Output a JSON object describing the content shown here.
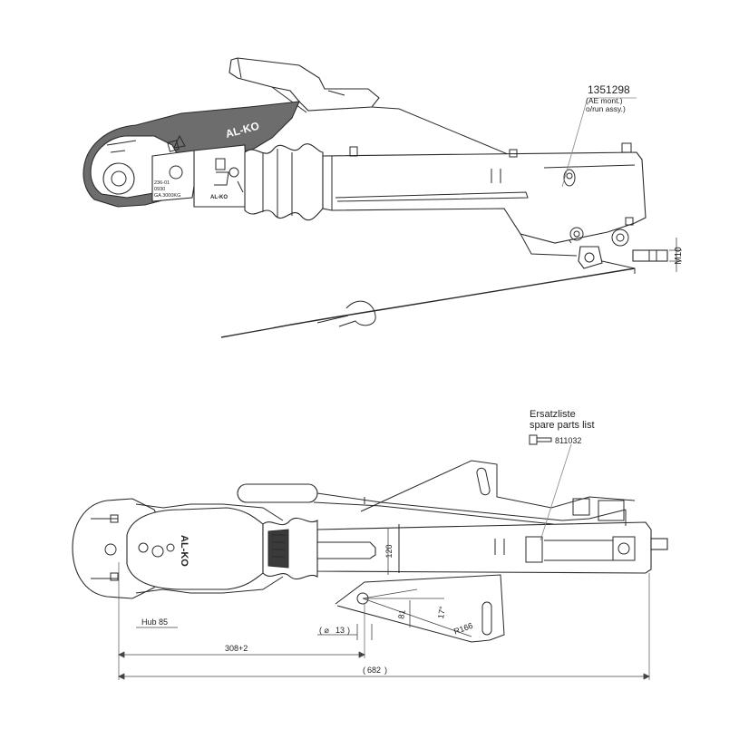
{
  "top_view": {
    "part_number": "1351298",
    "note_line1": "(AE mont.)",
    "note_line2": "o/run assy.)",
    "brand": "AL-KO",
    "plate_line1": "236-01",
    "plate_line2": "0930",
    "plate_line3": "GA 3000KG",
    "brand_small": "AL-KO",
    "thread_label": "M10"
  },
  "bottom_view": {
    "spare_parts_de": "Ersatzliste",
    "spare_parts_en": "spare parts list",
    "spare_parts_number": "811032",
    "brand": "AL-KO",
    "dim_hub": "Hub 85",
    "dim_bore": "13",
    "dim_length1": "308+2",
    "dim_total": "682",
    "dim_height": "120",
    "dim_81": "81",
    "dim_angle": "17°",
    "dim_radius": "R166"
  }
}
